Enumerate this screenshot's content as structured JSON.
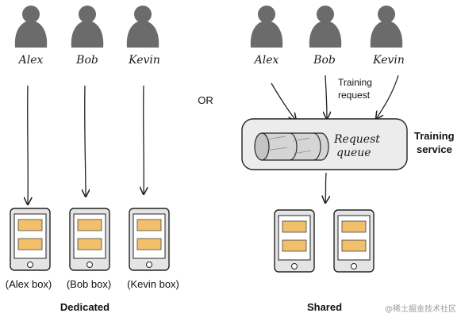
{
  "left": {
    "users": [
      "Alex",
      "Bob",
      "Kevin"
    ],
    "devices": [
      "(Alex box)",
      "(Bob box)",
      "(Kevin box)"
    ],
    "caption": "Dedicated"
  },
  "separator": "OR",
  "right": {
    "users": [
      "Alex",
      "Bob",
      "Kevin"
    ],
    "request_label_line1": "Training",
    "request_label_line2": "request",
    "queue_label_line1": "Request",
    "queue_label_line2": "queue",
    "service_label_line1": "Training",
    "service_label_line2": "service",
    "caption": "Shared"
  },
  "watermark": "@稀土掘金技术社区",
  "colors": {
    "person": "#6b6b6b",
    "slot": "#f2c06b",
    "device_body": "#e4e4e4",
    "service_box": "#ececec"
  }
}
